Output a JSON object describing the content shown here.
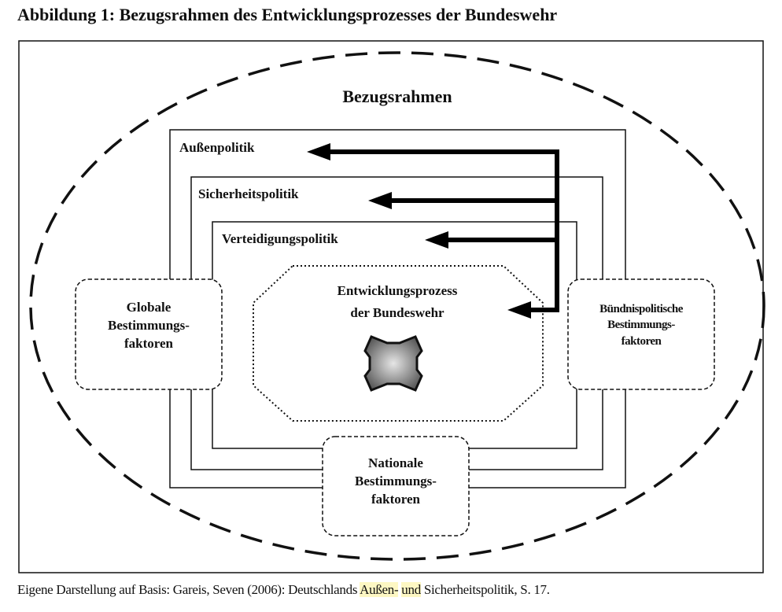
{
  "title": "Abbildung 1: Bezugsrahmen des Entwicklungsprozesses der Bundeswehr",
  "frame_label": "Bezugsrahmen",
  "policy_levels": [
    "Außenpolitik",
    "Sicherheitspolitik",
    "Verteidigungspolitik"
  ],
  "core": {
    "line1": "Entwicklungsprozess",
    "line2": "der Bundeswehr",
    "icon": "iron-cross-icon"
  },
  "factors": {
    "left": [
      "Globale",
      "Bestimmungs-",
      "faktoren"
    ],
    "right": [
      "Bündnispolitische",
      "Bestimmungs-",
      "faktoren"
    ],
    "bottom": [
      "Nationale",
      "Bestimmungs-",
      "faktoren"
    ]
  },
  "caption": {
    "before": "Eigene Darstellung auf Basis: Gareis, Seven (2006): Deutschlands ",
    "highlight1": "Außen-",
    "middle": " ",
    "highlight2": "und",
    "after": " Sicherheitspolitik, S. 17."
  },
  "colors": {
    "highlight": "#fdf7c3",
    "ink": "#111111"
  }
}
